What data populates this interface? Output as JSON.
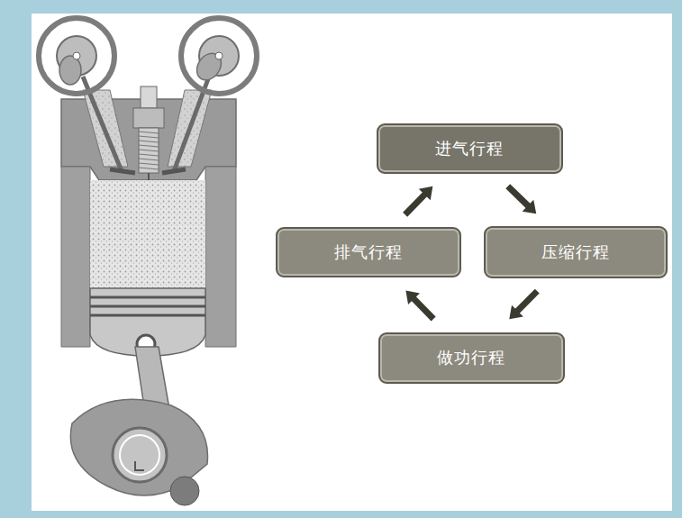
{
  "diagram": {
    "nodes": [
      {
        "text": [
          "进气行程"
        ]
      },
      {
        "text": [
          "压缩行程"
        ]
      },
      {
        "text": [
          "做功行程"
        ]
      },
      {
        "text": [
          "排气行程"
        ]
      }
    ],
    "edges": [
      {
        "from": 0,
        "to": 1,
        "arrow": "to"
      },
      {
        "from": 1,
        "to": 2,
        "arrow": "to"
      },
      {
        "from": 2,
        "to": 3,
        "arrow": "to"
      },
      {
        "from": 3,
        "to": 0,
        "arrow": "to"
      }
    ]
  }
}
